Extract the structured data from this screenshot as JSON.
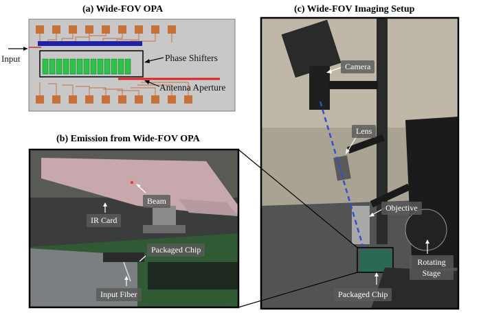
{
  "panel_a": {
    "title": "(a) Wide-FOV OPA",
    "input_label": "Input",
    "phase_shifters_label": "Phase Shifters",
    "antenna_label": "Antenna Aperture"
  },
  "panel_b": {
    "title": "(b) Emission from Wide-FOV OPA",
    "beam_label": "Beam",
    "ir_card_label": "IR Card",
    "packaged_chip_label": "Packaged Chip",
    "input_fiber_label": "Input Fiber"
  },
  "panel_c": {
    "title": "(c) Wide-FOV Imaging Setup",
    "camera_label": "Camera",
    "lens_label": "Lens",
    "objective_label": "Objective",
    "rotating_stage_label": "Rotating Stage",
    "packaged_chip_label": "Packaged Chip"
  },
  "colors": {
    "chip_bg": "#c8c8c8",
    "pad": "#c8703a",
    "phase_shifter": "#2fc04a",
    "waveguide_bar": "#2020a8",
    "antenna_line": "#e02020"
  }
}
